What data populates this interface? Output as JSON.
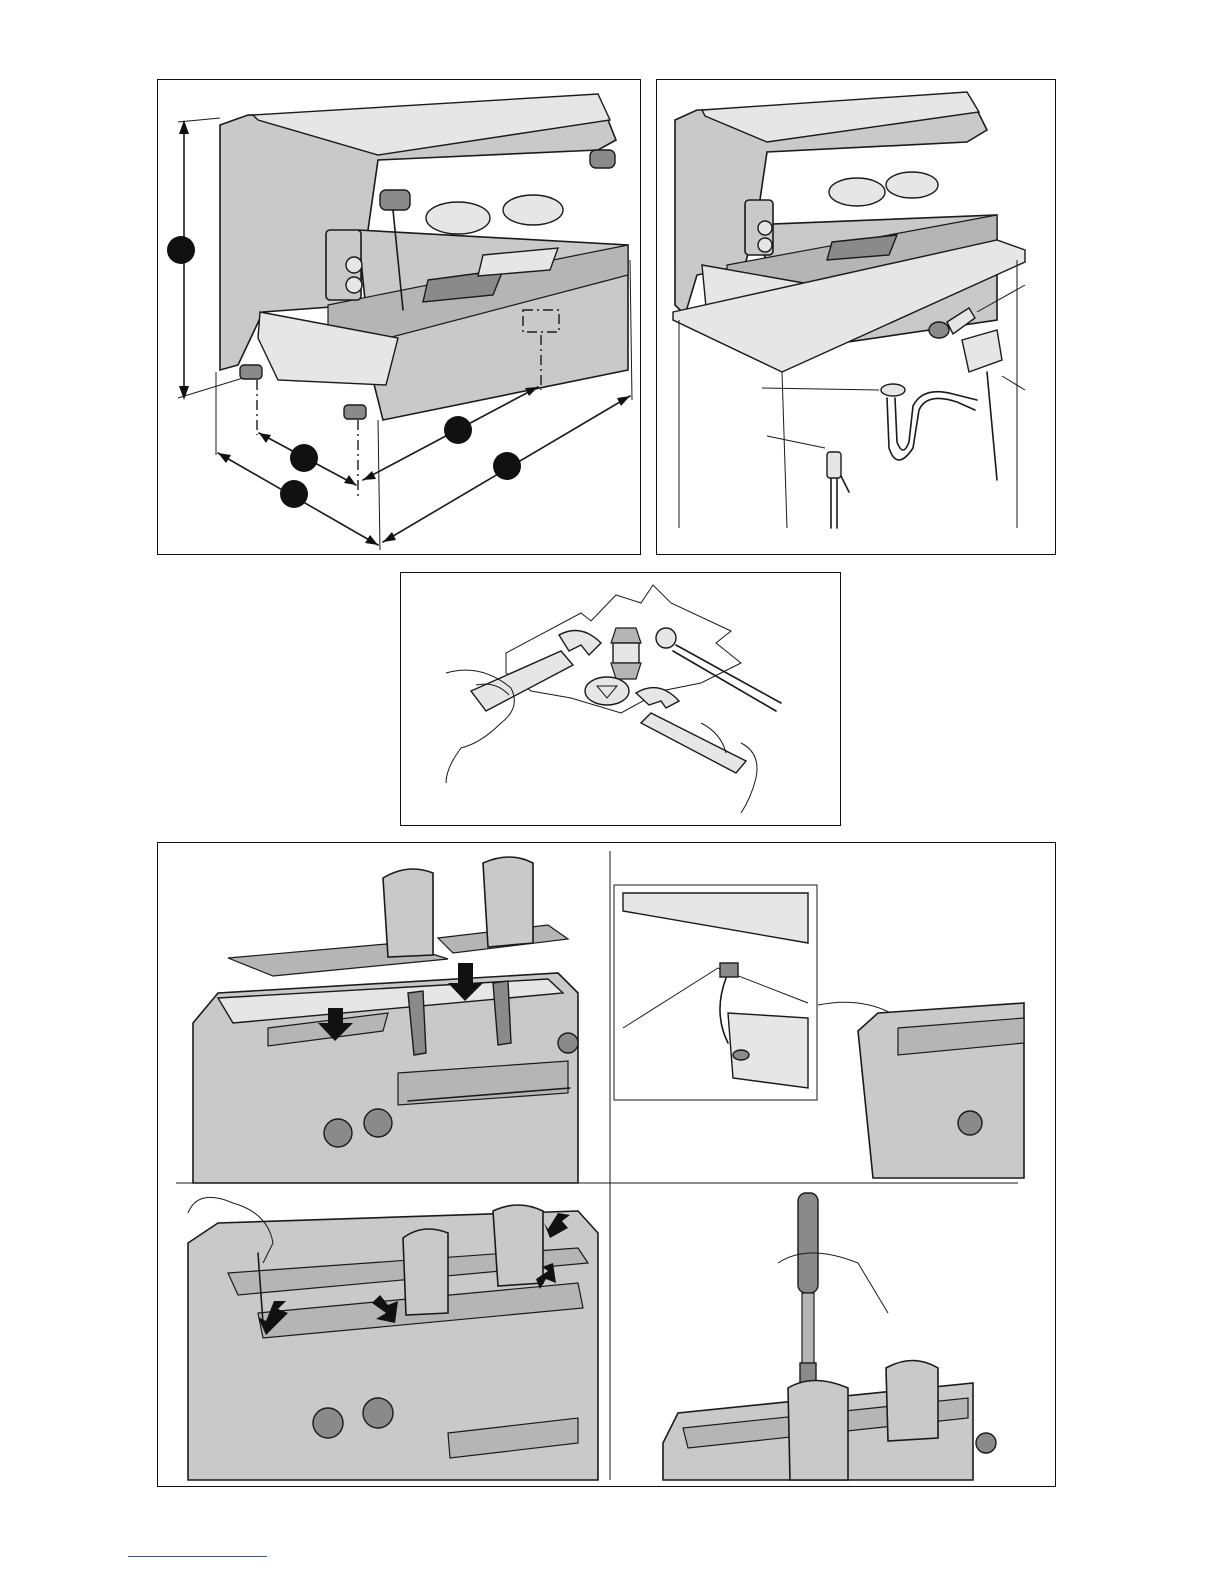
{
  "document": {
    "figures": [
      {
        "id": "dimensions",
        "icon": "dimension-markers-icon"
      },
      {
        "id": "installation",
        "icon": "plumbing-connections-icon"
      },
      {
        "id": "water-connection",
        "icon": "wrench-fitting-icon"
      },
      {
        "id": "cup-warmer-tray",
        "icon": "tray-arrows-icon"
      },
      {
        "id": "tray-detail",
        "icon": "tray-hinge-detail-icon"
      },
      {
        "id": "tray-fixing",
        "icon": "screwdriver-icon"
      },
      {
        "id": "cup-holder-install",
        "icon": "tool-insert-icon"
      }
    ],
    "colors": {
      "line": "#1a1a1a",
      "body": "#c9c9c9",
      "light": "#e6e6e6",
      "dark": "#8a8a8a",
      "footer_rule": "#3355aa"
    }
  }
}
